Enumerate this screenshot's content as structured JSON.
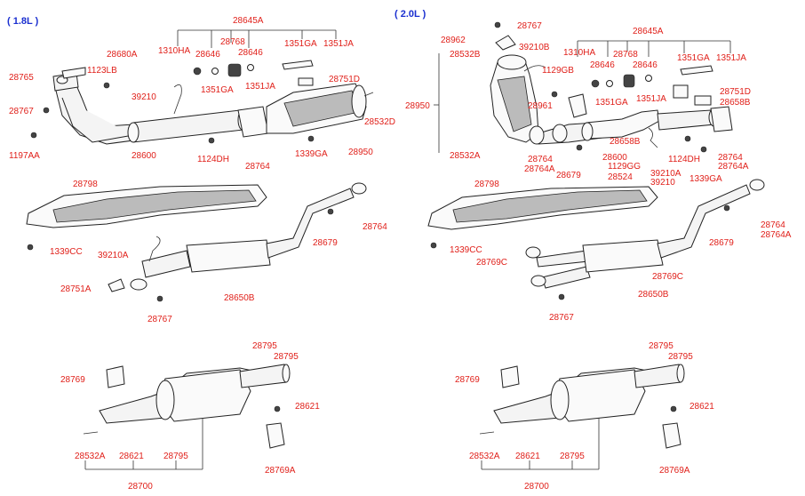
{
  "sections": {
    "left_header": "( 1.8L )",
    "right_header": "( 2.0L )"
  },
  "labels": {
    "L_28645A": "28645A",
    "L_1310HA": "1310HA",
    "L_28646a": "28646",
    "L_28768": "28768",
    "L_28646b": "28646",
    "L_1351GA_top": "1351GA",
    "L_1351JA_top": "1351JA",
    "L_28680A": "28680A",
    "L_1123LB": "1123LB",
    "L_28765": "28765",
    "L_39210": "39210",
    "L_1351GA": "1351GA",
    "L_1351JA": "1351JA",
    "L_28751D": "28751D",
    "L_28767": "28767",
    "L_28532D": "28532D",
    "L_1197AA": "1197AA",
    "L_28600": "28600",
    "L_1124DH": "1124DH",
    "L_28764": "28764",
    "L_1339GA": "1339GA",
    "L_28950": "28950",
    "L_28798": "28798",
    "L_28764b": "28764",
    "L_28679": "28679",
    "L_1339CC": "1339CC",
    "L_39210A": "39210A",
    "L_28751A": "28751A",
    "L_28650B": "28650B",
    "L_28767b": "28767",
    "L_28795a": "28795",
    "L_28795b": "28795",
    "L_28769": "28769",
    "L_28621a": "28621",
    "L_28532A": "28532A",
    "L_28621b": "28621",
    "L_28795c": "28795",
    "L_28769A": "28769A",
    "L_28700": "28700",
    "R_28767": "28767",
    "R_28645A": "28645A",
    "R_28962": "28962",
    "R_39210B": "39210B",
    "R_28532B": "28532B",
    "R_1310HA": "1310HA",
    "R_28646a": "28646",
    "R_28768": "28768",
    "R_28646b": "28646",
    "R_1351GA_top": "1351GA",
    "R_1351JA_top": "1351JA",
    "R_1129GB": "1129GB",
    "R_28950": "28950",
    "R_1351GA": "1351GA",
    "R_1351JA": "1351JA",
    "R_28751D": "28751D",
    "R_28658B_a": "28658B",
    "R_28961": "28961",
    "R_28532A": "28532A",
    "R_28764": "28764",
    "R_28764A": "28764A",
    "R_28658B_b": "28658B",
    "R_28600": "28600",
    "R_1129GG": "1129GG",
    "R_28524": "28524",
    "R_28679a": "28679",
    "R_39210A": "39210A",
    "R_39210": "39210",
    "R_1124DH": "1124DH",
    "R_28764b": "28764",
    "R_28764Ab": "28764A",
    "R_1339GA": "1339GA",
    "R_28798": "28798",
    "R_28679b": "28679",
    "R_28764c": "28764",
    "R_28764Ac": "28764A",
    "R_1339CC": "1339CC",
    "R_28769C_a": "28769C",
    "R_28769C_b": "28769C",
    "R_28650B": "28650B",
    "R_28767b": "28767",
    "R_28795a": "28795",
    "R_28795b": "28795",
    "R_28769": "28769",
    "R_28621a": "28621",
    "R_28532A_b": "28532A",
    "R_28621b": "28621",
    "R_28795c": "28795",
    "R_28769A": "28769A",
    "R_28700": "28700"
  },
  "colors": {
    "label": "#e0201a",
    "header": "#1a2fd0",
    "line": "#333333",
    "background": "#ffffff"
  }
}
